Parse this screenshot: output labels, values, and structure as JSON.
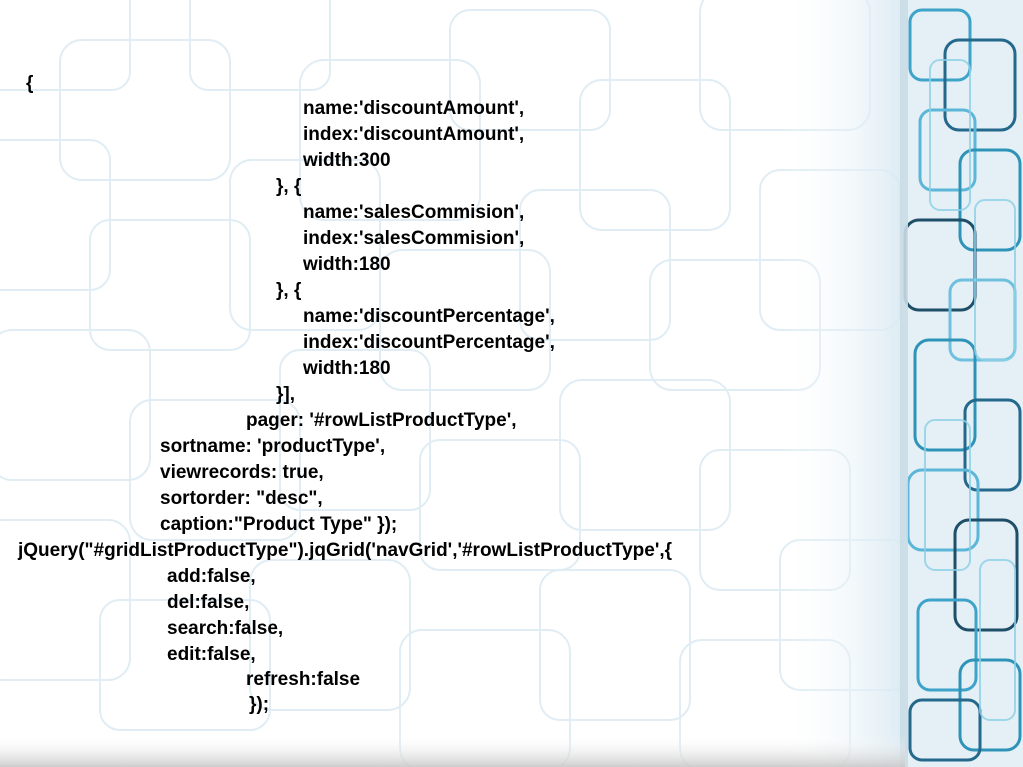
{
  "slide": {
    "code_lines": [
      "{",
      "name:'discountAmount',",
      "index:'discountAmount',",
      "width:300",
      "}, {",
      "name:'salesCommision',",
      "index:'salesCommision',",
      "width:180",
      "}, {",
      "name:'discountPercentage',",
      "index:'discountPercentage',",
      "width:180",
      "}],",
      "pager: '#rowListProductType',",
      "sortname: 'productType',",
      "viewrecords: true,",
      "sortorder: \"desc\",",
      "caption:\"Product Type\" });",
      "jQuery(\"#gridListProductType\").jqGrid('navGrid','#rowListProductType',{",
      "add:false,",
      "del:false,",
      "search:false,",
      "edit:false,",
      "refresh:false",
      "});"
    ]
  },
  "colors": {
    "text": "#000000",
    "background": "#ffffff",
    "pattern_light": "#cfe3ee",
    "pattern_teal": "#2f93b8",
    "pattern_dark": "#1f4e68"
  }
}
